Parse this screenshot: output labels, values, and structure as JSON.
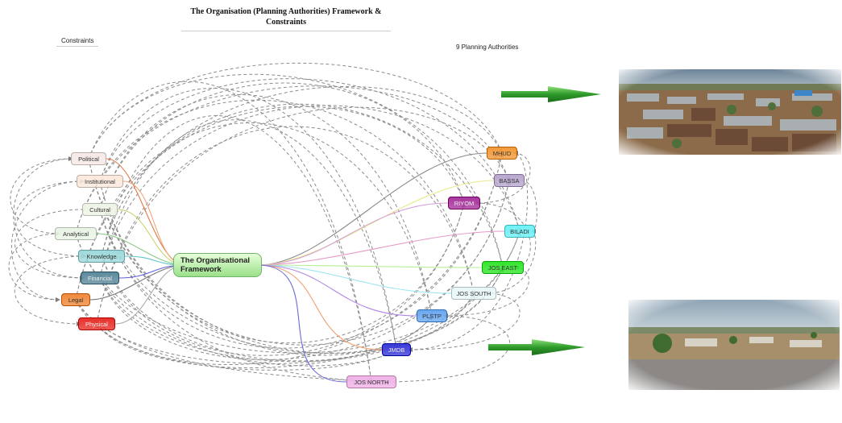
{
  "title": "The Organisation (Planning Authorities) Framework & Constraints",
  "constraints_label": "Constraints",
  "authorities_label": "9 Planning Authorities",
  "center": {
    "line1": "The Organisational",
    "line2": "Framework"
  },
  "constraints": [
    "Political",
    "Institutional",
    "Cultural",
    "Analytical",
    "Knowledge",
    "Financial",
    "Legal",
    "Physical"
  ],
  "authorities": [
    "MHUD",
    "BASSA",
    "RIYOM",
    "BILADI",
    "JOS EAST",
    "JOS SOUTH",
    "PLSTP",
    "JMDB",
    "JOS NORTH"
  ],
  "colors": {
    "Political": "#f6e9e6",
    "Institutional": "#fbe9dc",
    "Cultural": "#eef4e6",
    "Analytical": "#e9f4e6",
    "Knowledge": "#9fd9dc",
    "Financial": "#5d8a9c",
    "Legal": "#f08a3c",
    "Physical": "#e8312a",
    "MHUD": "#f39a3a",
    "BASSA": "#b9a9cf",
    "RIYOM": "#a9379e",
    "BILADI": "#6ff1f7",
    "JOS EAST": "#34e52e",
    "JOS SOUTH": "#e9f7f8",
    "PLSTP": "#6aa9f0",
    "JMDB": "#3b3bd9",
    "JOS NORTH": "#f0b3e6"
  },
  "icons": [
    "right-arrow-icon"
  ]
}
